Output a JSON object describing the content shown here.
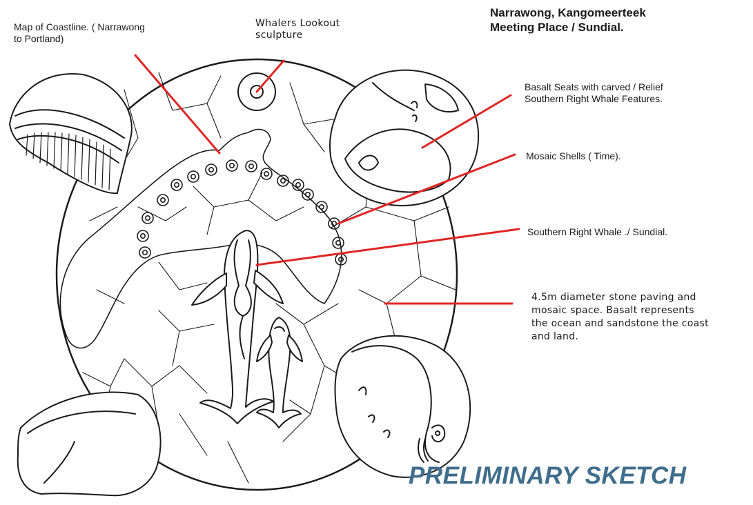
{
  "title": {
    "line1": "Narrawong, Kangomeerteek",
    "line2": "Meeting Place / Sundial."
  },
  "labels": {
    "map": {
      "line1": "Map of Coastline. ( Narrawong",
      "line2": "to Portland)"
    },
    "whaler": {
      "line1": "Whalers Lookout",
      "line2": "sculpture"
    },
    "seats": {
      "line1": "Basalt Seats with carved / Relief",
      "line2": "Southern Right Whale Features."
    },
    "shells": "Mosaic Shells ( Time).",
    "whale": "Southern Right Whale ./ Sundial.",
    "paving": {
      "line1": "4.5m diameter stone paving and",
      "line2": "mosaic space. Basalt represents",
      "line3": "the ocean and sandstone the coast",
      "line4": "and land."
    }
  },
  "stamp": "PRELIMINARY SKETCH",
  "colors": {
    "ink": "#1a1a1a",
    "leader": "#e02424",
    "stamp": "#3f6d8c"
  }
}
